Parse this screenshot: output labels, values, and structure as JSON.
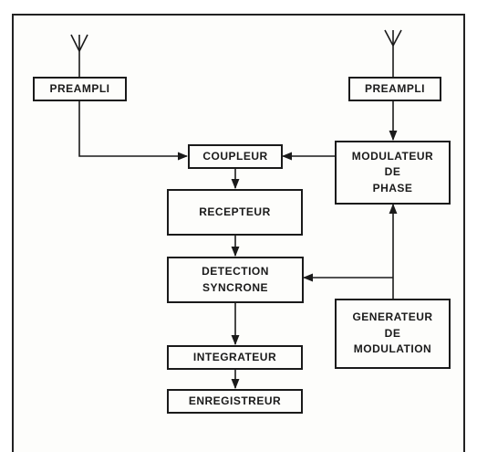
{
  "blocks": {
    "preampli_left": "PREAMPLI",
    "preampli_right": "PREAMPLI",
    "coupleur": "COUPLEUR",
    "modulateur": "MODULATEUR\nDE\nPHASE",
    "recepteur": "RECEPTEUR",
    "detection": "DETECTION\nSYNCRONE",
    "generateur": "GENERATEUR\nDE\nMODULATION",
    "integrateur": "INTEGRATEUR",
    "enregistreur": "ENREGISTREUR"
  },
  "colors": {
    "line": "#1a1a1a",
    "background": "#fdfdfb"
  }
}
